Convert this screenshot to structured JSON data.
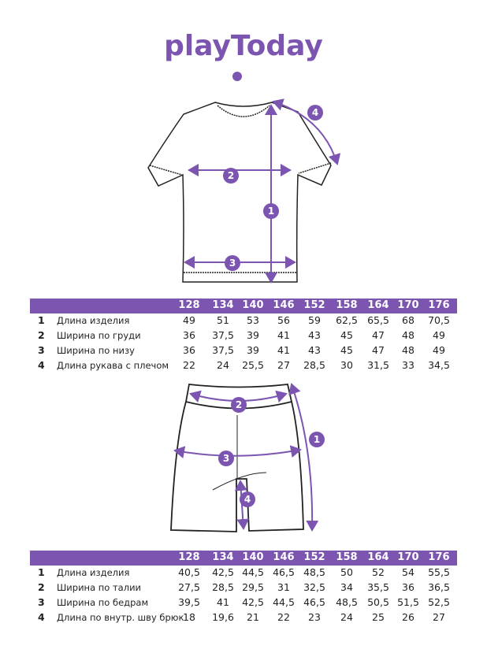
{
  "brand": {
    "logo_text": "playToday",
    "color": "#7b55b0"
  },
  "sizes": [
    "128",
    "134",
    "140",
    "146",
    "152",
    "158",
    "164",
    "170",
    "176"
  ],
  "tshirt": {
    "markers": [
      "1",
      "2",
      "3",
      "4"
    ],
    "rows": [
      {
        "num": "1",
        "label": "Длина изделия",
        "values": [
          "49",
          "51",
          "53",
          "56",
          "59",
          "62,5",
          "65,5",
          "68",
          "70,5"
        ]
      },
      {
        "num": "2",
        "label": "Ширина по груди",
        "values": [
          "36",
          "37,5",
          "39",
          "41",
          "43",
          "45",
          "47",
          "48",
          "49"
        ]
      },
      {
        "num": "3",
        "label": "Ширина по низу",
        "values": [
          "36",
          "37,5",
          "39",
          "41",
          "43",
          "45",
          "47",
          "48",
          "49"
        ]
      },
      {
        "num": "4",
        "label": "Длина рукава с плечом",
        "values": [
          "22",
          "24",
          "25,5",
          "27",
          "28,5",
          "30",
          "31,5",
          "33",
          "34,5"
        ]
      }
    ]
  },
  "shorts": {
    "markers": [
      "1",
      "2",
      "3",
      "4"
    ],
    "rows": [
      {
        "num": "1",
        "label": "Длина изделия",
        "values": [
          "40,5",
          "42,5",
          "44,5",
          "46,5",
          "48,5",
          "50",
          "52",
          "54",
          "55,5"
        ]
      },
      {
        "num": "2",
        "label": "Ширина по талии",
        "values": [
          "27,5",
          "28,5",
          "29,5",
          "31",
          "32,5",
          "34",
          "35,5",
          "36",
          "36,5"
        ]
      },
      {
        "num": "3",
        "label": "Ширина по бедрам",
        "values": [
          "39,5",
          "41",
          "42,5",
          "44,5",
          "46,5",
          "48,5",
          "50,5",
          "51,5",
          "52,5"
        ]
      },
      {
        "num": "4",
        "label": "Длина по внутр. шву брюк",
        "values": [
          "18",
          "19,6",
          "21",
          "22",
          "23",
          "24",
          "25",
          "26",
          "27"
        ]
      }
    ]
  }
}
